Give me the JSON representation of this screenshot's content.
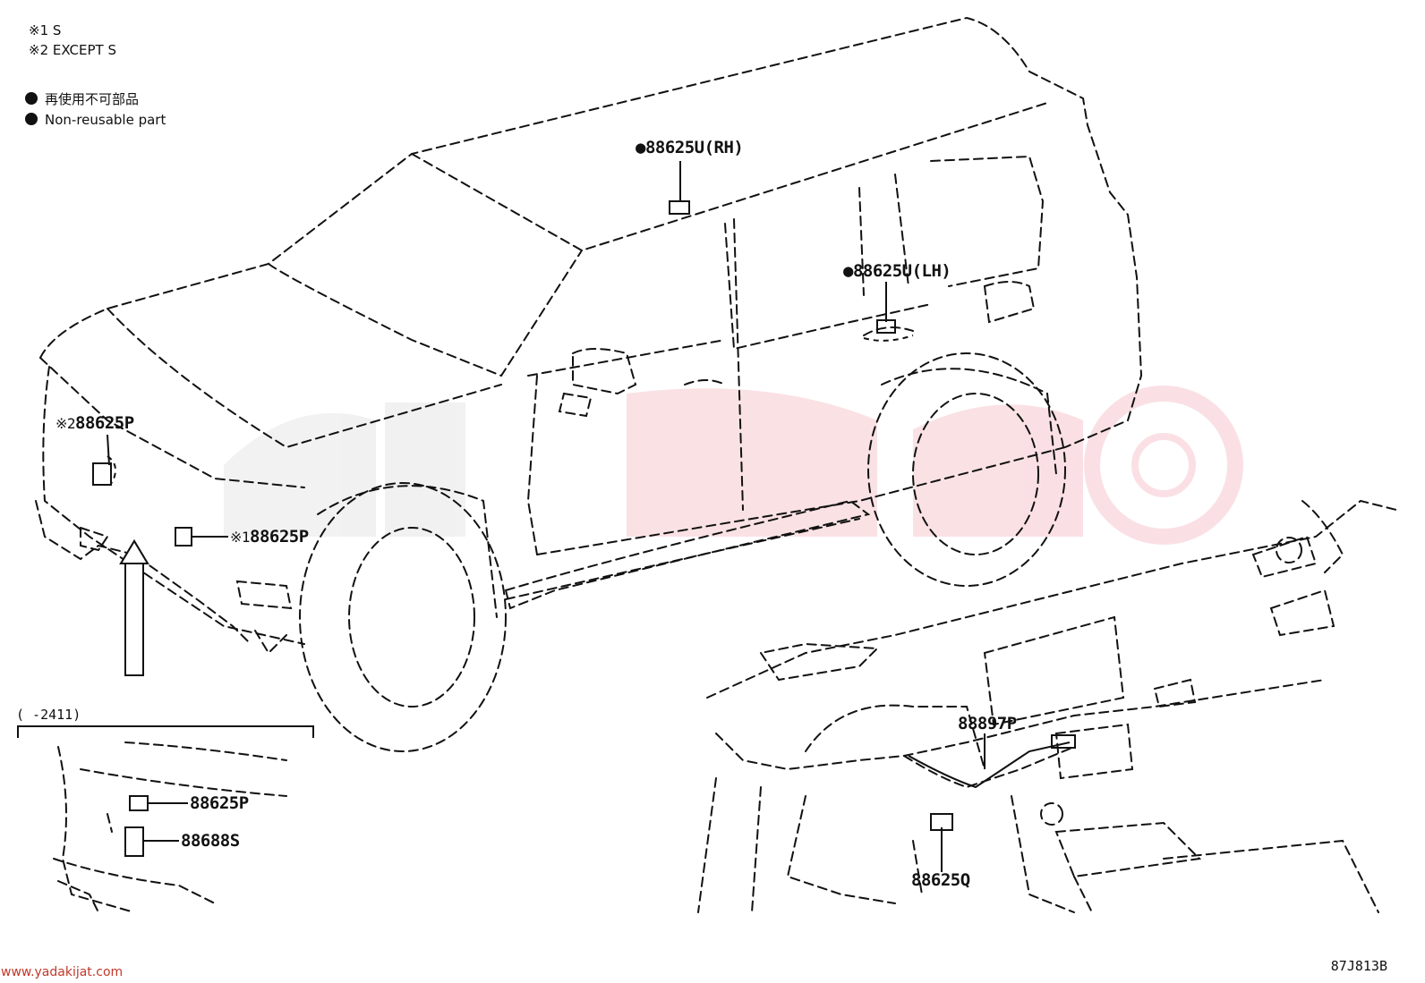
{
  "notes": {
    "note1": "※1 S",
    "note2": "※2 EXCEPT S",
    "legend_jp": "再使用不可部品",
    "legend_en": "Non-reusable part"
  },
  "parts": {
    "p_88625U_RH": "●88625U(RH)",
    "p_88625U_LH": "●88625U(LH)",
    "p_88625P_2": "88625P",
    "p_88625P_2_mark": "※2",
    "p_88625P_1": "88625P",
    "p_88625P_1_mark": "※1",
    "p_88625P_inset": "88625P",
    "p_88688S": "88688S",
    "p_88897P": "88897P",
    "p_88625Q": "88625Q"
  },
  "inset": {
    "range": "(     -2411)"
  },
  "footer": {
    "watermark": "www.yadakijat.com",
    "diagram_code": "87J813B"
  }
}
